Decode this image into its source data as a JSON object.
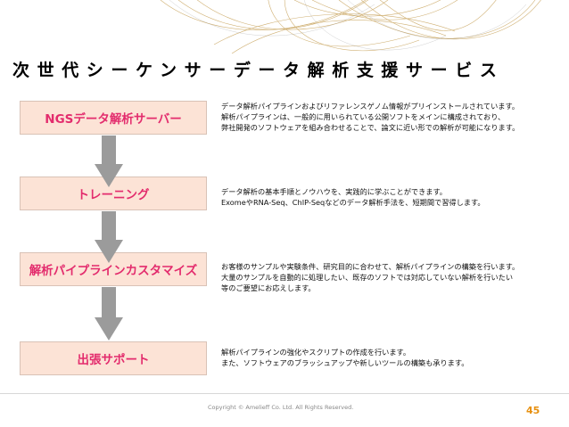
{
  "slide": {
    "title": "次世代シーケンサーデータ解析支援サービス",
    "services": [
      {
        "name": "NGSデータ解析サーバー",
        "lines": [
          "データ解析パイプラインおよびリファレンスゲノム情報がプリインストールされています。",
          "解析パイプラインは、一般的に用いられている公開ソフトをメインに構成されており、",
          "弊社開発のソフトウェアを組み合わせることで、論文に近い形での解析が可能になります。"
        ]
      },
      {
        "name": "トレーニング",
        "lines": [
          "データ解析の基本手順とノウハウを、実践的に学ぶことができます。",
          "ExomeやRNA-Seq、ChIP-Seqなどのデータ解析手法を、短期間で習得します。"
        ]
      },
      {
        "name": "解析パイプラインカスタマイズ",
        "lines": [
          "お客様のサンプルや実験条件、研究目的に合わせて、解析パイプラインの構築を行います。",
          "大量のサンプルを自動的に処理したい、既存のソフトでは対応していない解析を行いたい",
          "等のご要望にお応えします。"
        ]
      },
      {
        "name": "出張サポート",
        "lines": [
          "解析パイプラインの強化やスクリプトの作成を行います。",
          "また、ソフトウェアのブラッシュアップや新しいツールの構築も承ります。"
        ]
      }
    ],
    "footer": {
      "copyright": "Copyright © Amelieff Co. Ltd. All Rights Reserved.",
      "page_number": "45"
    },
    "colors": {
      "box_fill": "#fce3d6",
      "box_text": "#e32c6d",
      "arrow": "#9b9b9b",
      "page_number": "#e7900f",
      "decoration": "#c7a25a"
    }
  }
}
